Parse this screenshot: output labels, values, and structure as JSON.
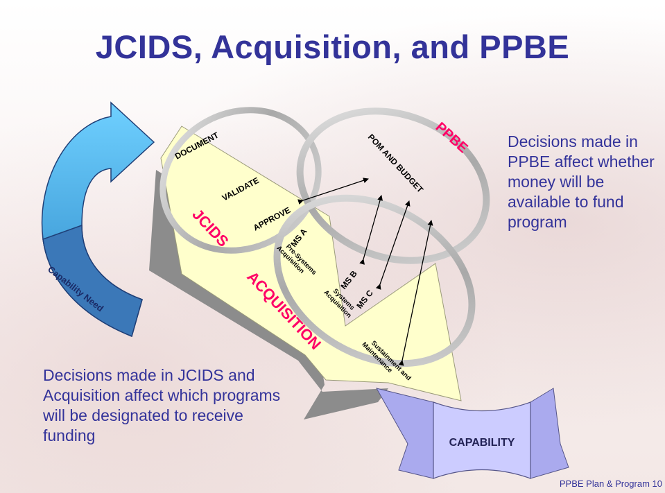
{
  "title": "JCIDS, Acquisition, and PPBE",
  "side_notes": {
    "ppbe": "Decisions made in PPBE affect whether money will be available to fund program",
    "jcids": "Decisions made in JCIDS and Acquisition affect which programs will be designated to receive funding"
  },
  "ribbon_labels": {
    "jcids": "JCIDS",
    "acquisition": "ACQUISITION",
    "ppbe": "PPBE"
  },
  "jcids_steps": [
    "DOCUMENT",
    "VALIDATE",
    "APPROVE"
  ],
  "ppbe_label": "POM AND BUDGET",
  "milestones": [
    "MS A",
    "MS B",
    "MS C"
  ],
  "phases": {
    "pre_systems": [
      "Pre-Systems",
      "Acquisition"
    ],
    "systems": [
      "Systems",
      "Acquisition"
    ],
    "sustainment": [
      "Sustainment and",
      "Maintenance"
    ]
  },
  "arrow_label": "Capability Need",
  "banner_label": "CAPABILITY",
  "footer": "PPBE Plan & Program 10",
  "colors": {
    "title": "#333399",
    "note_text": "#333399",
    "highlight": "#ff0066",
    "ribbon_fill": "#ffffcc",
    "ribbon_shadow": "#8c8c8c",
    "arrow_light": "#66ccff",
    "arrow_dark": "#3366aa",
    "banner": "#ccccff"
  }
}
